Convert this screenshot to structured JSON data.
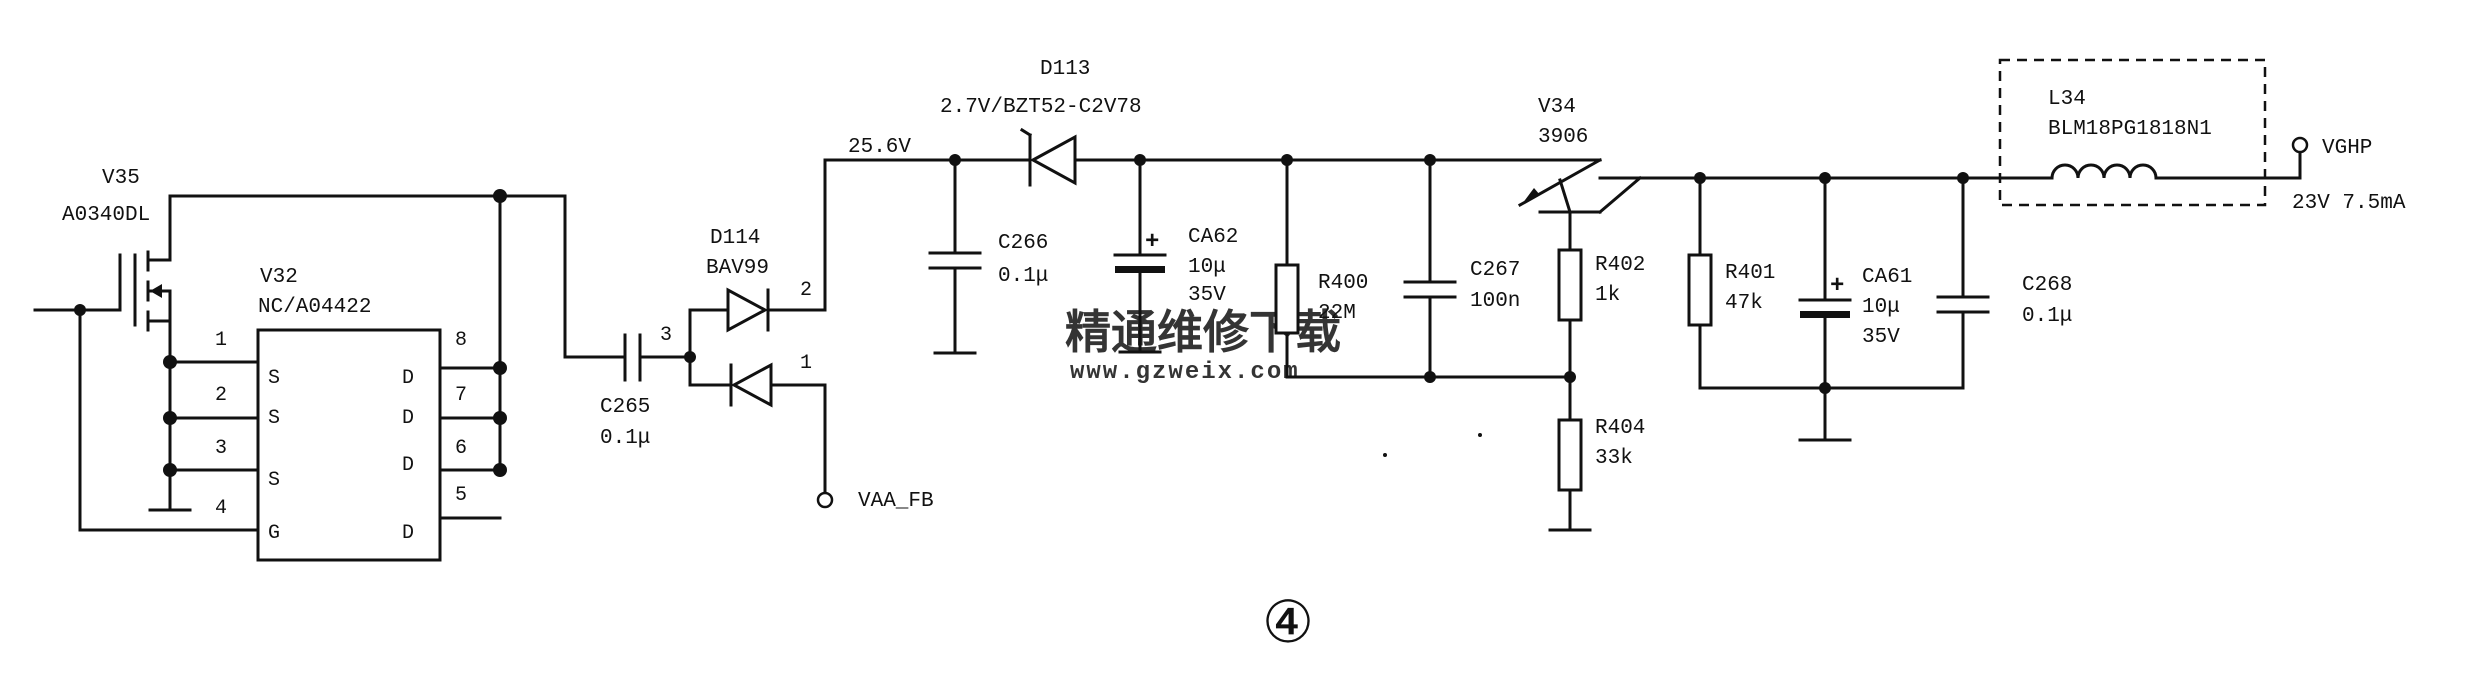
{
  "watermark": {
    "cn": "精通维修下载",
    "url": "www.gzweix.com"
  },
  "figure_number": "④",
  "components": {
    "V35": {
      "ref": "V35",
      "part": "A0340DL"
    },
    "V32": {
      "ref": "V32",
      "part": "NC/A04422",
      "left_pins": [
        {
          "num": "1",
          "name": "S"
        },
        {
          "num": "2",
          "name": "S"
        },
        {
          "num": "3",
          "name": "S"
        },
        {
          "num": "4",
          "name": "G"
        }
      ],
      "right_pins": [
        {
          "num": "8",
          "name": "D"
        },
        {
          "num": "7",
          "name": "D"
        },
        {
          "num": "6",
          "name": "D"
        },
        {
          "num": "5",
          "name": "D"
        }
      ]
    },
    "C265": {
      "ref": "C265",
      "value": "0.1μ"
    },
    "node3": "3",
    "D114": {
      "ref": "D114",
      "part": "BAV99",
      "pin2": "2",
      "pin1": "1"
    },
    "VAA_FB": "VAA_FB",
    "net_25_6V": "25.6V",
    "D113": {
      "ref": "D113",
      "part": "2.7V/BZT52-C2V78"
    },
    "C266": {
      "ref": "C266",
      "value": "0.1μ"
    },
    "CA62": {
      "ref": "CA62",
      "value": "10μ",
      "voltage": "35V"
    },
    "R400": {
      "ref": "R400",
      "value": "22M"
    },
    "C267": {
      "ref": "C267",
      "value": "100n"
    },
    "V34": {
      "ref": "V34",
      "part": "3906"
    },
    "R402": {
      "ref": "R402",
      "value": "1k"
    },
    "R404": {
      "ref": "R404",
      "value": "33k"
    },
    "R401": {
      "ref": "R401",
      "value": "47k"
    },
    "CA61": {
      "ref": "CA61",
      "value": "10μ",
      "voltage": "35V"
    },
    "C268": {
      "ref": "C268",
      "value": "0.1μ"
    },
    "L34": {
      "ref": "L34",
      "part": "BLM18PG1818N1"
    },
    "VGHP": {
      "name": "VGHP",
      "spec": "23V 7.5mA"
    }
  }
}
